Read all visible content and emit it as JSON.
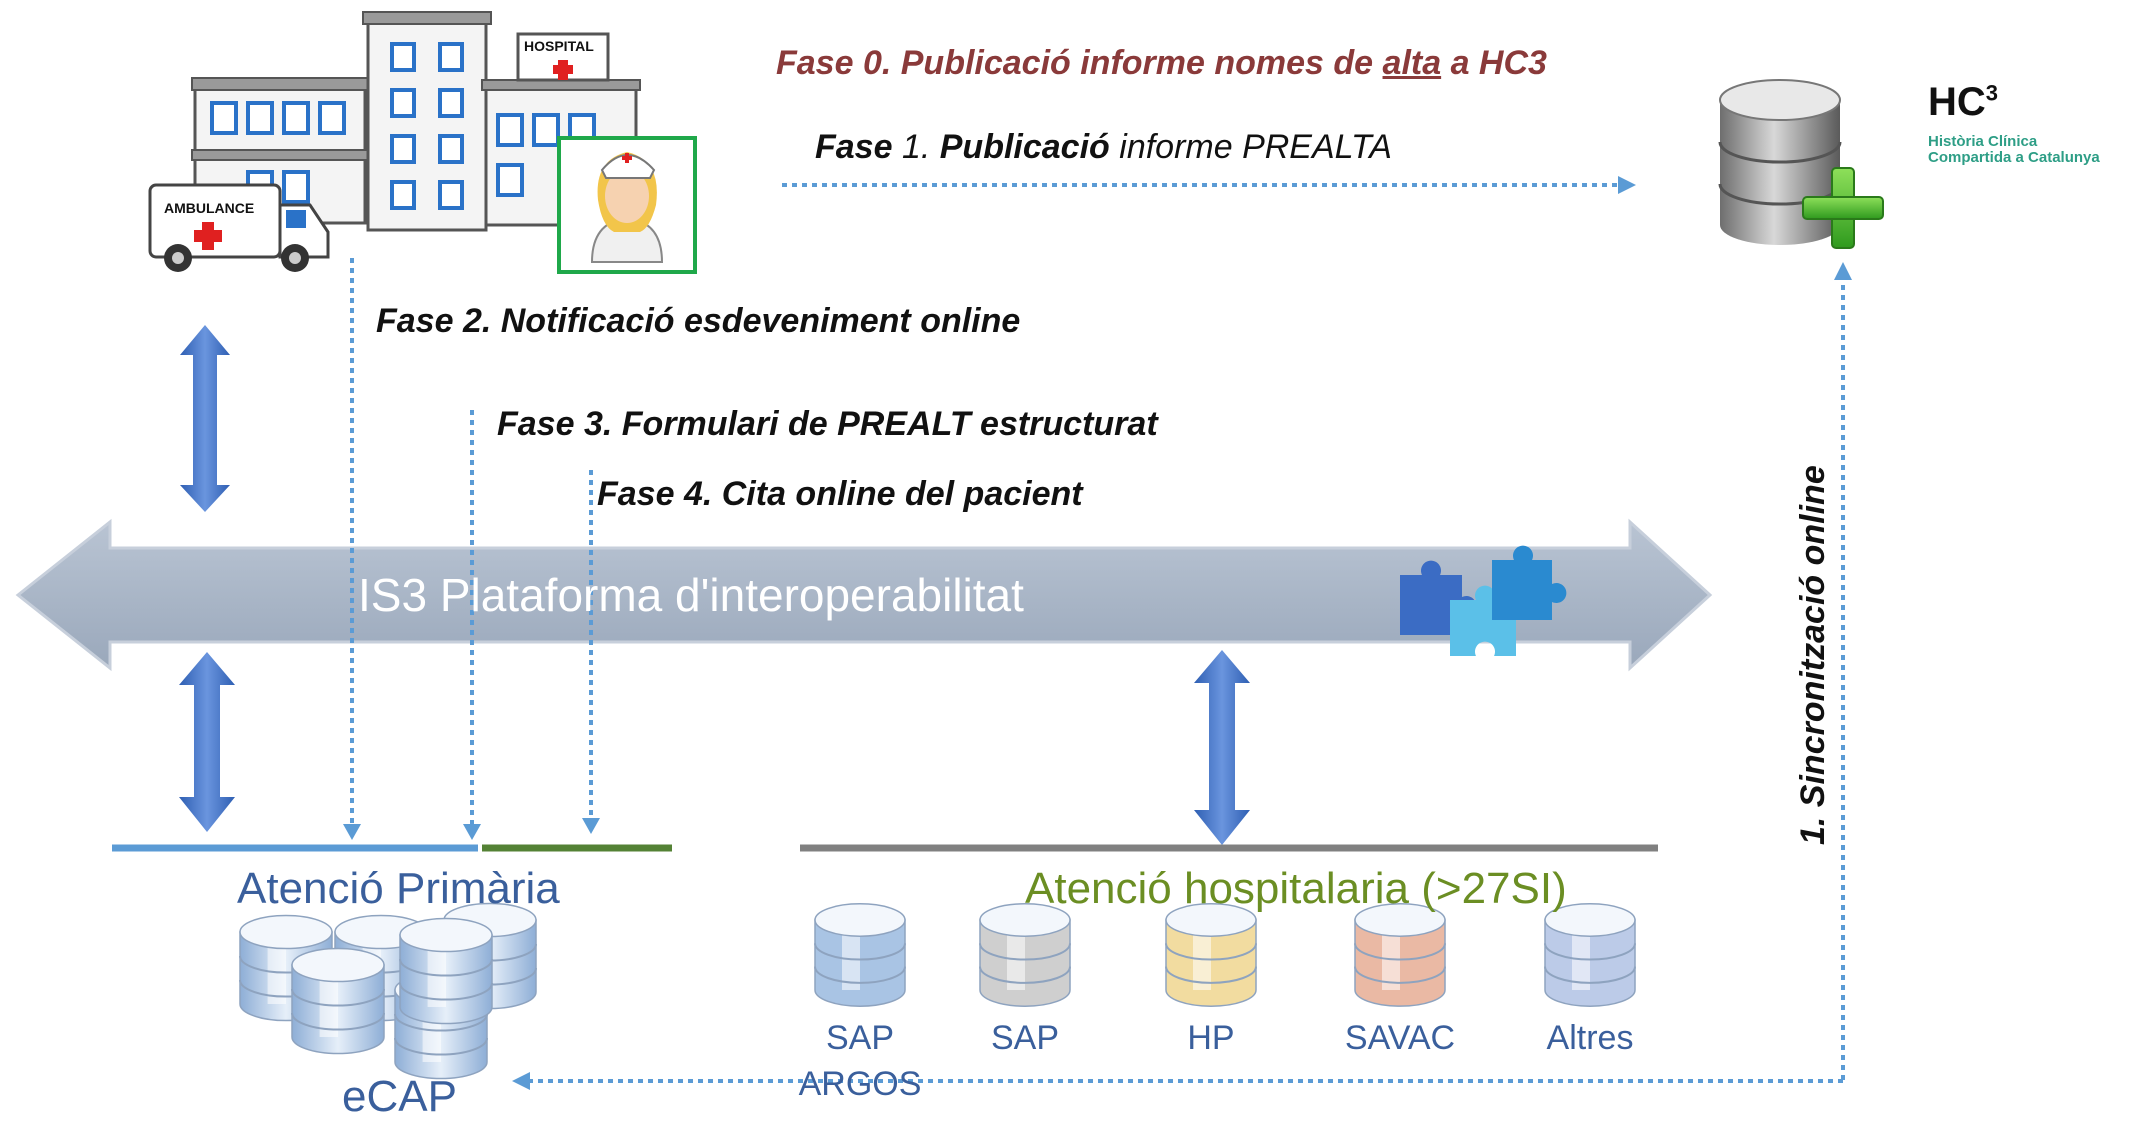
{
  "phases": {
    "phase0_pre": "Fase 0. Publicació informe nomes de ",
    "phase0_alta": "alta",
    "phase0_post": " a HC3",
    "phase1_fase": "Fase",
    "phase1_num": " 1. ",
    "phase1_pub": "Publicació",
    "phase1_rest": " informe PREALTA",
    "phase2": "Fase 2. Notificació esdeveniment online",
    "phase3": "Fase 3. Formulari de PREALT estructurat",
    "phase4": "Fase 4. Cita online del pacient",
    "sync": "1. Sincronització online"
  },
  "platform": {
    "label": "IS3 Plataforma d'interoperabilitat"
  },
  "hospital_sign": "HOSPITAL",
  "ambulance_sign": "AMBULANCE",
  "hc3": {
    "title": "HC",
    "superscript": "3",
    "subtitle_1": "Història Clínica",
    "subtitle_2": "Compartida a Catalunya"
  },
  "primary_care": {
    "title": "Atenció Primària",
    "system": "eCAP"
  },
  "hospital_care": {
    "title": "Atenció hospitalaria (>27SI)",
    "systems": [
      {
        "line1": "SAP",
        "line2": "ARGOS",
        "color": "#a9c4e4"
      },
      {
        "line1": "SAP",
        "line2": "",
        "color": "#cfcfcf"
      },
      {
        "line1": "HP",
        "line2": "",
        "color": "#f2dca0"
      },
      {
        "line1": "SAVAC",
        "line2": "",
        "color": "#eab9a4"
      },
      {
        "line1": "Altres",
        "line2": "",
        "color": "#bccbe8"
      }
    ]
  },
  "colors": {
    "phase0": "#8a3a3a",
    "blue_text": "#3a5f9c",
    "green_text": "#6b8e23",
    "dotted_arrow": "#5b9bd5",
    "platform": "#a7b3c4",
    "bidir_arrow": "#3b6cc4",
    "line_primary_blue": "#5b9bd5",
    "line_primary_green": "#548235",
    "line_hospital": "#808080"
  }
}
